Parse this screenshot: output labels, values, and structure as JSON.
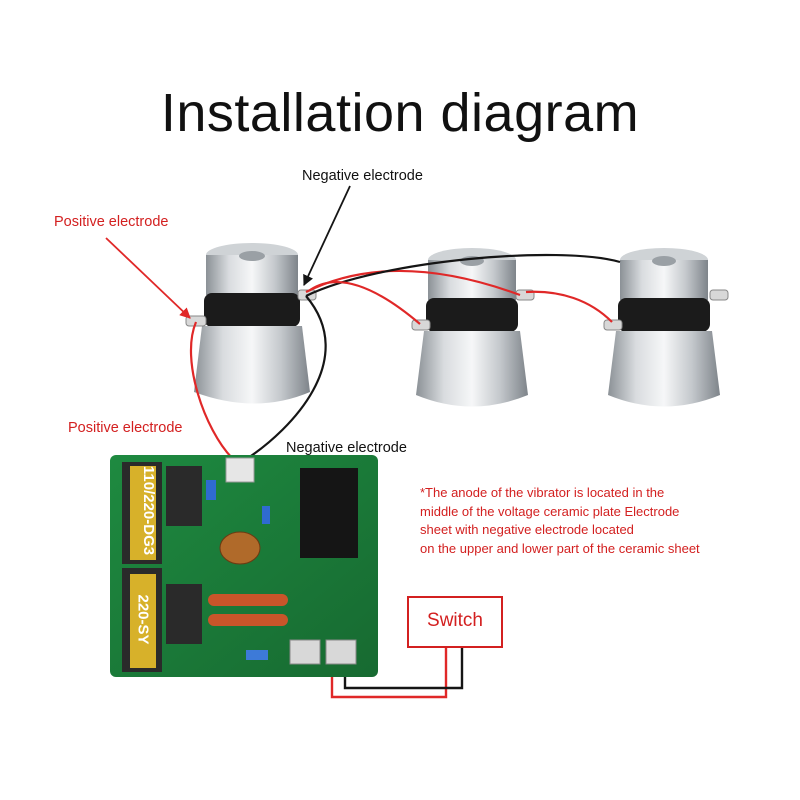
{
  "title": "Installation diagram",
  "labels": {
    "negative_top": "Negative electrode",
    "positive_top": "Positive electrode",
    "positive_bottom": "Positive electrode",
    "negative_bottom": "Negative electrode"
  },
  "note_lines": [
    "*The anode of the vibrator is located in the",
    "middle of the voltage ceramic plate Electrode",
    "sheet with negative electrode located",
    "on the upper and lower part of the ceramic sheet"
  ],
  "switch_label": "Switch",
  "board": {
    "transformer_1": "110/220-DG3",
    "transformer_2": "220-SY"
  },
  "colors": {
    "red_wire": "#e02828",
    "black_wire": "#151515",
    "board_green": "#1f7a3a",
    "switch_border": "#d32020",
    "metal_light": "#e8eaec",
    "metal_dark": "#8d9398"
  }
}
